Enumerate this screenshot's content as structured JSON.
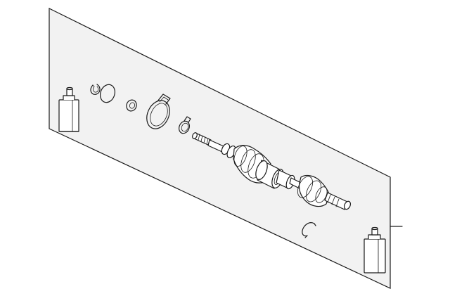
{
  "diagram": {
    "background_color": "#ffffff",
    "panel_fill": "#f2f2f2",
    "line_color": "#1a1a1a",
    "parts": [
      {
        "name": "grease-bottle-left",
        "icon": "bottle-icon"
      },
      {
        "name": "snap-ring",
        "icon": "snap-ring-icon"
      },
      {
        "name": "o-ring",
        "icon": "o-ring-icon"
      },
      {
        "name": "washer",
        "icon": "washer-icon"
      },
      {
        "name": "large-boot-clamp",
        "icon": "clamp-band-icon"
      },
      {
        "name": "small-boot-clamp",
        "icon": "clamp-band-icon"
      },
      {
        "name": "axle-shaft-assembly",
        "icon": "cv-axle-icon"
      },
      {
        "name": "retaining-clip",
        "icon": "clip-icon"
      },
      {
        "name": "grease-bottle-right",
        "icon": "bottle-icon"
      }
    ]
  }
}
